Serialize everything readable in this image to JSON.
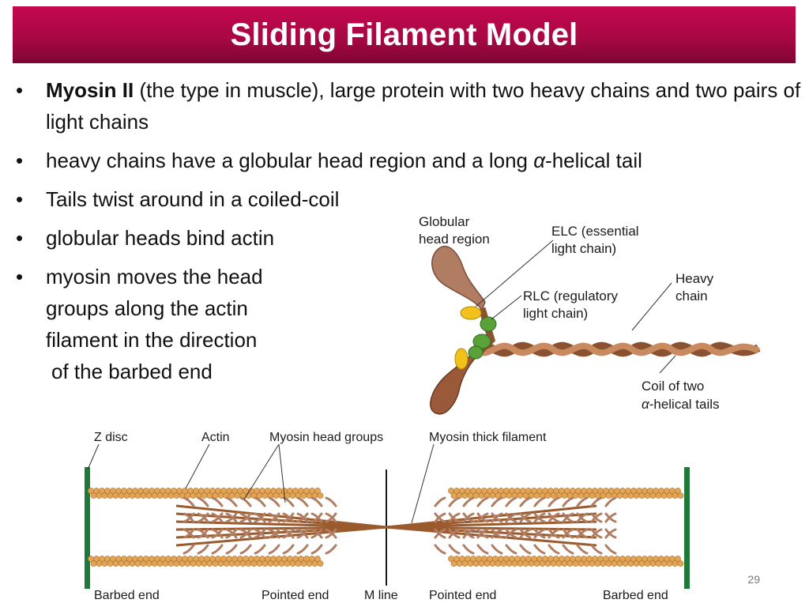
{
  "slide": {
    "title": "Sliding Filament Model",
    "page_number": "29"
  },
  "bullets": [
    {
      "bold": "Myosin II",
      "text": " (the type in muscle), large protein with two heavy chains and two pairs of light chains"
    },
    {
      "text_before": "heavy chains have a globular head region and a long ",
      "symbol": "α",
      "text_after": "-helical tail"
    },
    {
      "text": "Tails twist around in a coiled-coil"
    },
    {
      "text": "globular heads bind actin"
    },
    {
      "line1": "myosin moves the head",
      "line2": "groups along the actin",
      "line3": "filament in the direction",
      "line4": "of the barbed end"
    }
  ],
  "myosin_figure": {
    "globular_line1": "Globular",
    "globular_line2": "head region",
    "elc_line1": "ELC (essential",
    "elc_line2": "light chain)",
    "rlc_line1": "RLC (regulatory",
    "rlc_line2": "light chain)",
    "heavy_line1": "Heavy",
    "heavy_line2": "chain",
    "coil_line1": "Coil of two",
    "coil_line2_symbol": "α",
    "coil_line2_rest": "-helical tails"
  },
  "sarcomere_figure": {
    "z_disc": "Z disc",
    "actin": "Actin",
    "myosin_heads": "Myosin head groups",
    "thick_filament": "Myosin thick filament",
    "barbed_left": "Barbed end",
    "pointed_left": "Pointed end",
    "m_line": "M line",
    "pointed_right": "Pointed end",
    "barbed_right": "Barbed end"
  },
  "colors": {
    "title_bar": "#a80844",
    "head_brown": "#b07d63",
    "elc_yellow": "#f2c11c",
    "rlc_green": "#5aa13a",
    "actin_orange": "#e3a455",
    "z_disc_green": "#1f7a3a",
    "filament_brown": "#9a5a2c"
  }
}
